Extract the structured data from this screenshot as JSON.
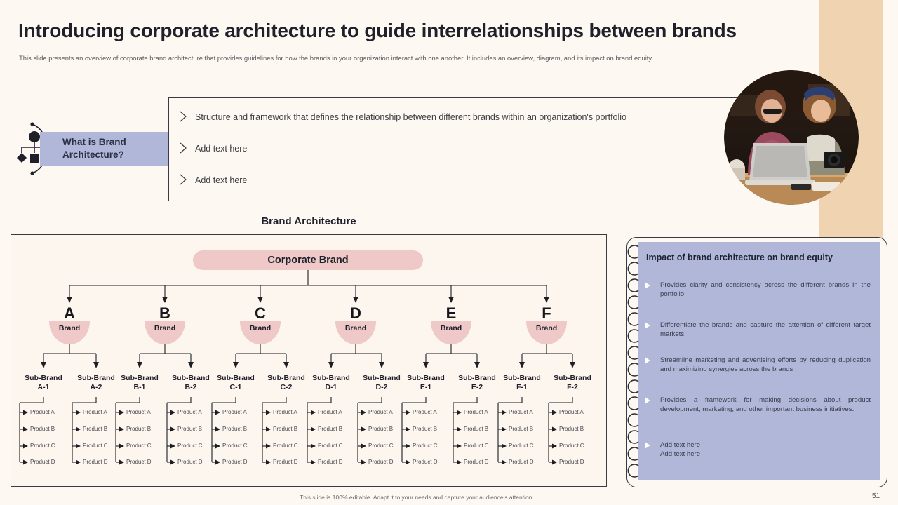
{
  "slide": {
    "title": "Introducing corporate architecture to guide interrelationships between brands",
    "subtitle": "This slide presents an overview of corporate brand architecture that provides guidelines for how the brands in your organization interact with one another. It includes an overview, diagram, and its impact on brand equity.",
    "footer_note": "This slide is 100% editable. Adapt it to your needs and capture your audience's attention.",
    "page_number": "51"
  },
  "overview": {
    "label_line1": "What is Brand",
    "label_line2": "Architecture?",
    "bullets": [
      "Structure and framework that defines the relationship between different brands within an organization's portfolio",
      "Add text here",
      "Add text here"
    ]
  },
  "diagram": {
    "heading": "Brand Architecture",
    "root": "Corporate Brand",
    "brand_caption": "Brand",
    "brands": [
      "A",
      "B",
      "C",
      "D",
      "E",
      "F"
    ],
    "sub_brands": [
      {
        "line1": "Sub-Brand",
        "line2": "A-1"
      },
      {
        "line1": "Sub-Brand",
        "line2": "A-2"
      },
      {
        "line1": "Sub-Brand",
        "line2": "B-1"
      },
      {
        "line1": "Sub-Brand",
        "line2": "B-2"
      },
      {
        "line1": "Sub-Brand",
        "line2": "C-1"
      },
      {
        "line1": "Sub-Brand",
        "line2": "C-2"
      },
      {
        "line1": "Sub-Brand",
        "line2": "D-1"
      },
      {
        "line1": "Sub-Brand",
        "line2": "D-2"
      },
      {
        "line1": "Sub-Brand",
        "line2": "E-1"
      },
      {
        "line1": "Sub-Brand",
        "line2": "E-2"
      },
      {
        "line1": "Sub-Brand",
        "line2": "F-1"
      },
      {
        "line1": "Sub-Brand",
        "line2": "F-2"
      }
    ],
    "products": [
      "Product A",
      "Product B",
      "Product C",
      "Product D"
    ]
  },
  "impact": {
    "heading": "Impact of brand architecture on brand equity",
    "items": [
      "Provides clarity and consistency across the different brands in the portfolio",
      "Differentiate the brands and capture the attention of different target markets",
      "Streamline marketing and advertising efforts by reducing duplication and maximizing synergies across the brands",
      "Provides a framework for making decisions about product development, marketing, and other important business initiatives.",
      "Add text here\nAdd text here"
    ]
  },
  "colors": {
    "background": "#fdf8f1",
    "accent_tan": "#f0d3b1",
    "accent_pink": "#eec9c8",
    "accent_periwinkle": "#b0b7d8",
    "ink": "#3a3a42"
  },
  "icons": {
    "hierarchy": "hierarchy-icon",
    "chevron": "chevron-right-icon",
    "triangle": "triangle-right-icon"
  }
}
